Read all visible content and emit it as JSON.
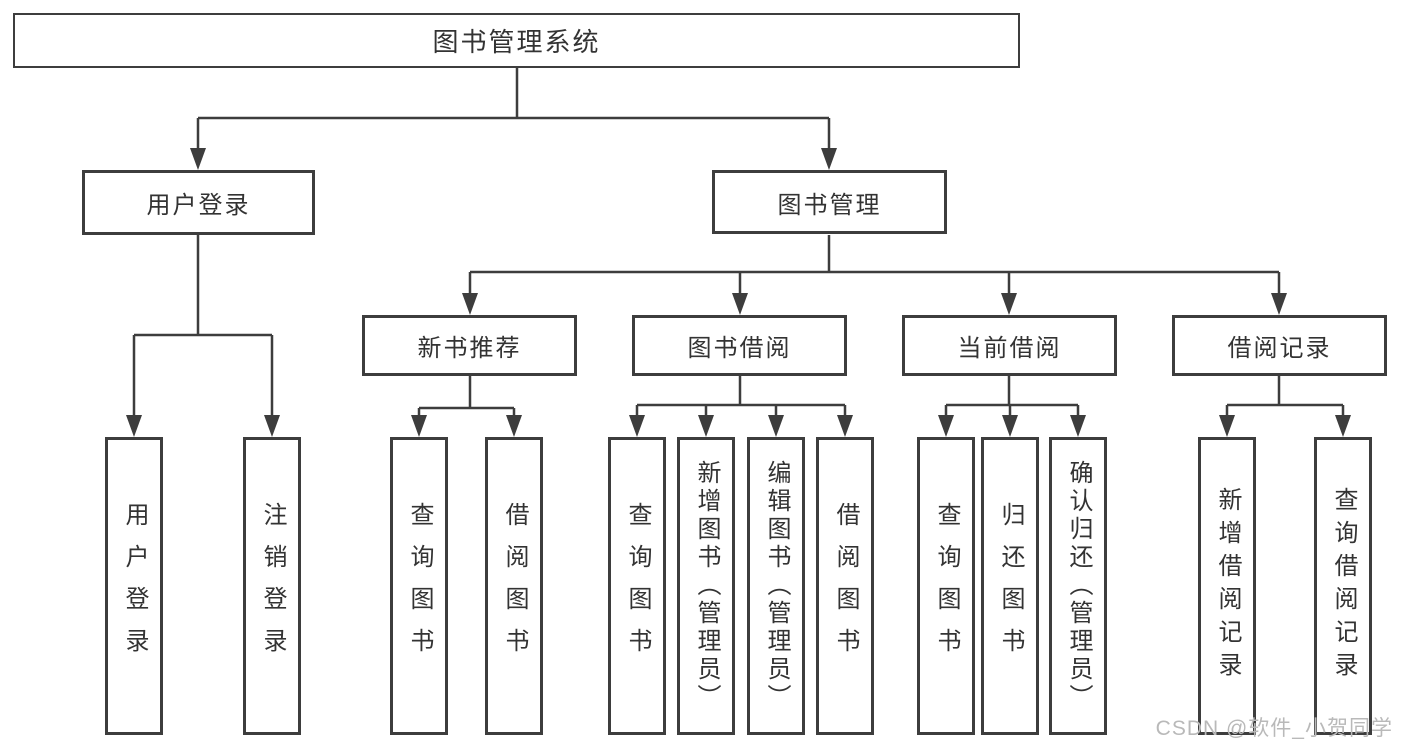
{
  "colors": {
    "line": "#3d3d3d",
    "text": "#333333",
    "watermark": "#b9b9b9",
    "background": "#ffffff"
  },
  "tree": {
    "root": "图书管理系统",
    "branches": [
      {
        "label": "用户登录",
        "children": [
          "用户登录",
          "注销登录"
        ]
      },
      {
        "label": "图书管理",
        "children": [
          {
            "label": "新书推荐",
            "children": [
              "查询图书",
              "借阅图书"
            ]
          },
          {
            "label": "图书借阅",
            "children": [
              "查询图书",
              "新增图书（管理员）",
              "编辑图书（管理员）",
              "借阅图书"
            ]
          },
          {
            "label": "当前借阅",
            "children": [
              "查询图书",
              "归还图书",
              "确认归还（管理员）"
            ]
          },
          {
            "label": "借阅记录",
            "children": [
              "新增借阅记录",
              "查询借阅记录"
            ]
          }
        ]
      }
    ]
  },
  "watermark": "CSDN @软件_小贺同学"
}
